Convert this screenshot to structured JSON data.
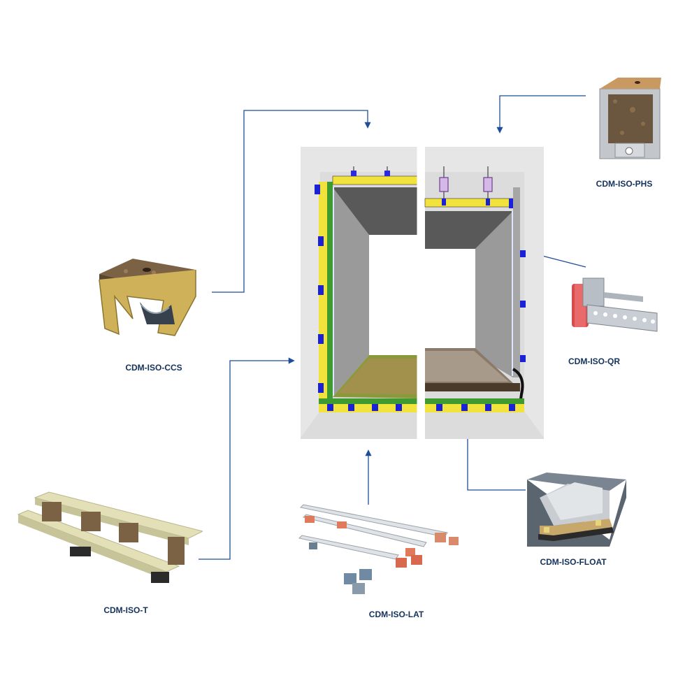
{
  "colors": {
    "arrow": "#1f4e99",
    "label": "#14325c",
    "concrete": "#d9d9d9",
    "insulation_yellow": "#f2e33c",
    "membrane_green": "#3f9a2f",
    "isolator_blue": "#1b22d6",
    "wall_panel": "#9a9a9a",
    "floor_wood": "#b08a55"
  },
  "products": [
    {
      "id": "phs",
      "label": "CDM-ISO-PHS",
      "icon": "hanger-isolator-icon"
    },
    {
      "id": "ccs",
      "label": "CDM-ISO-CCS",
      "icon": "ceiling-clip-isolator-icon"
    },
    {
      "id": "qr",
      "label": "CDM-ISO-QR",
      "icon": "wall-bracket-isolator-icon"
    },
    {
      "id": "t",
      "label": "CDM-ISO-T",
      "icon": "batten-isolator-icon"
    },
    {
      "id": "lat",
      "label": "CDM-ISO-LAT",
      "icon": "lattice-rail-isolator-icon"
    },
    {
      "id": "float",
      "label": "CDM-ISO-FLOAT",
      "icon": "floating-floor-isolator-icon"
    }
  ]
}
